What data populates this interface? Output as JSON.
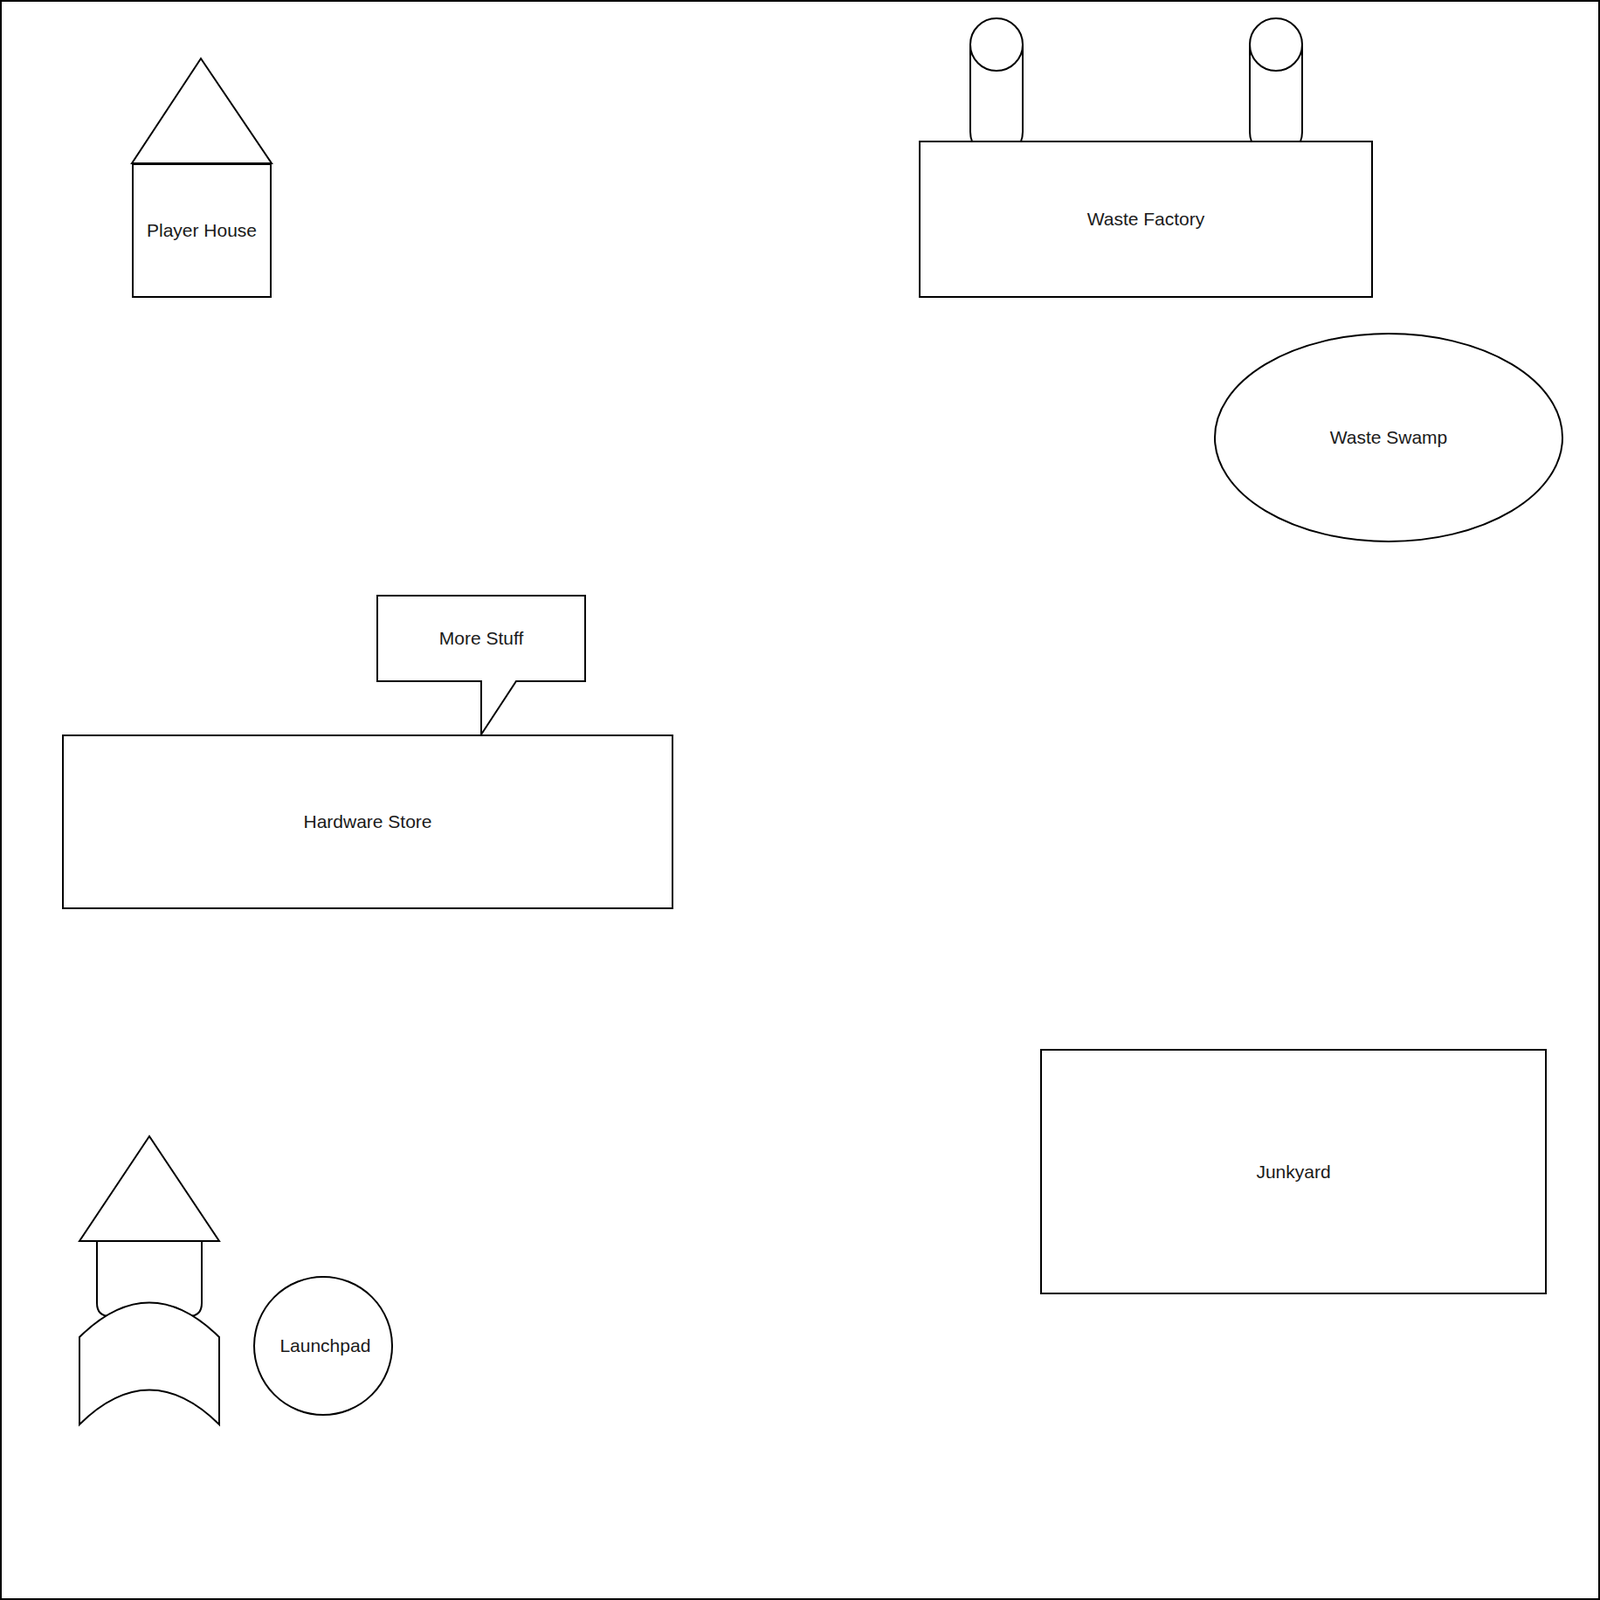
{
  "diagram": {
    "nodes": [
      {
        "text": [
          "Player House"
        ]
      },
      {
        "text": [
          "Waste Factory"
        ]
      },
      {
        "text": [
          "Waste Swamp"
        ]
      },
      {
        "text": [
          "More Stuff"
        ]
      },
      {
        "text": [
          "Hardware Store"
        ]
      },
      {
        "text": [
          "Junkyard"
        ]
      },
      {
        "text": [
          "Launchpad"
        ]
      }
    ]
  }
}
